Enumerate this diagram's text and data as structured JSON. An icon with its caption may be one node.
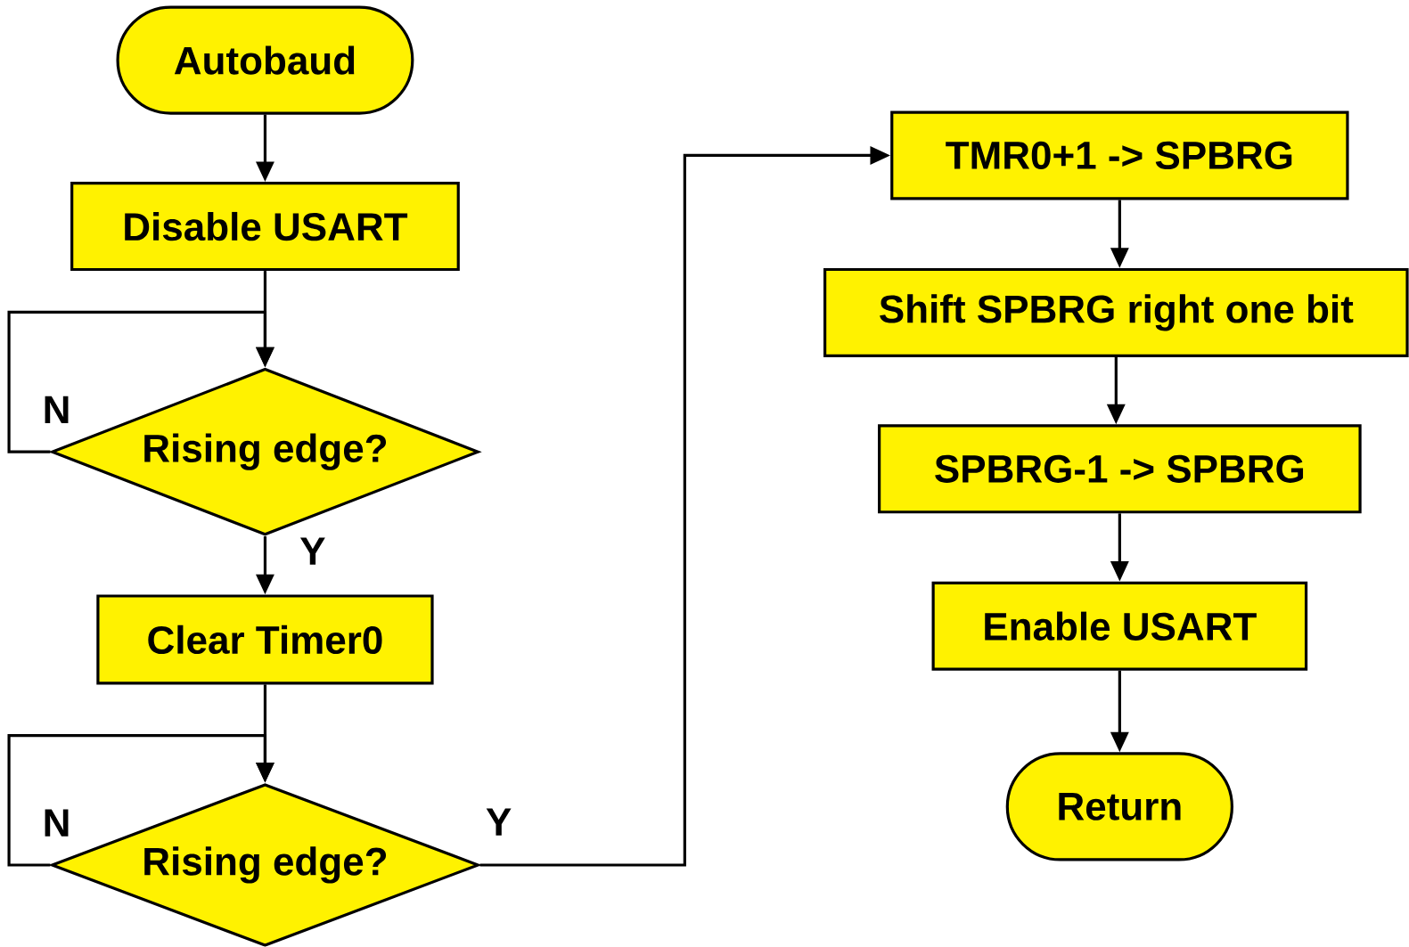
{
  "diagram": {
    "nodes": [
      {
        "text": [
          "Autobaud"
        ]
      },
      {
        "text": [
          "Disable USART"
        ]
      },
      {
        "text": [
          "Rising edge?"
        ]
      },
      {
        "text": [
          "Clear Timer0"
        ]
      },
      {
        "text": [
          "Rising edge?"
        ]
      },
      {
        "text": [
          "TMR0+1 -> SPBRG"
        ]
      },
      {
        "text": [
          "Shift SPBRG right one bit"
        ]
      },
      {
        "text": [
          "SPBRG-1 -> SPBRG"
        ]
      },
      {
        "text": [
          "Enable USART"
        ]
      },
      {
        "text": [
          "Return"
        ]
      }
    ],
    "edges": [
      {
        "from": 0,
        "to": 1,
        "arrow": "to"
      },
      {
        "from": 1,
        "to": 2,
        "arrow": "to"
      },
      {
        "from": 2,
        "to": 2,
        "arrow": "to",
        "label": "N"
      },
      {
        "from": 2,
        "to": 3,
        "arrow": "to",
        "label": "Y"
      },
      {
        "from": 3,
        "to": 4,
        "arrow": "to"
      },
      {
        "from": 4,
        "to": 4,
        "arrow": "to",
        "label": "N"
      },
      {
        "from": 4,
        "to": 5,
        "arrow": "to",
        "label": "Y"
      },
      {
        "from": 5,
        "to": 6,
        "arrow": "to"
      },
      {
        "from": 6,
        "to": 7,
        "arrow": "to"
      },
      {
        "from": 7,
        "to": 8,
        "arrow": "to"
      },
      {
        "from": 8,
        "to": 9,
        "arrow": "to"
      }
    ]
  }
}
